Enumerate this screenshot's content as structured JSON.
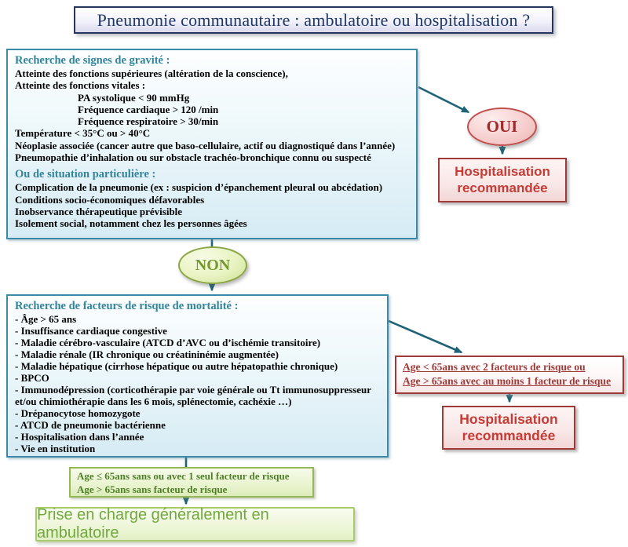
{
  "title": "Pneumonie communautaire : ambulatoire ou hospitalisation ?",
  "colors": {
    "teal_heading": "#31849B",
    "teal_border": "#3C89A8",
    "arrow": "#1F6378",
    "red_border": "#9E3B39",
    "red_text": "#C43C35",
    "green_text": "#76982F",
    "dark_green_text": "#507E28",
    "navy_title": "#1F3864"
  },
  "severity_box": {
    "heading": "Recherche de signes de gravité :",
    "line1": "Atteinte des fonctions supérieures (altération de la conscience),",
    "line2": "Atteinte des fonctions vitales :",
    "line3": "PA systolique < 90 mmHg",
    "line4": "Fréquence cardiaque > 120 /min",
    "line5": "Fréquence respiratoire > 30/min",
    "line6": "Température < 35°C ou > 40°C",
    "line7": "Néoplasie associée (cancer autre que baso-cellulaire, actif ou diagnostiqué dans l’année)",
    "line8": "Pneumopathie d’inhalation ou sur obstacle trachéo-bronchique connu ou suspecté",
    "heading2": "Ou de situation particulière :",
    "line9": "Complication de la pneumonie (ex : suspicion d’épanchement pleural ou abcédation)",
    "line10": "Conditions socio-économiques défavorables",
    "line11": "Inobservance thérapeutique prévisible",
    "line12": "Isolement social, notamment chez les personnes âgées"
  },
  "oui_label": "OUI",
  "non_label": "NON",
  "hospitalisation_box1": {
    "line1": "Hospitalisation",
    "line2": "recommandée"
  },
  "mortality_box": {
    "heading": "Recherche de facteurs de risque de mortalité :",
    "line1": "- Âge > 65 ans",
    "line2": "- Insuffisance cardiaque congestive",
    "line3": "- Maladie cérébro-vasculaire (ATCD d’AVC ou d’ischémie transitoire)",
    "line4": "- Maladie rénale (IR chronique ou créatininémie augmentée)",
    "line5": "- Maladie hépatique (cirrhose hépatique ou autre hépatopathie chronique)",
    "line6": "- BPCO",
    "line7": "- Immunodépression (corticothérapie par voie générale ou Tt immunosuppresseur",
    "line8": "et/ou chimiothérapie dans les 6 mois, splénectomie, cachéxie …)",
    "line9": "- Drépanocytose homozygote",
    "line10": "- ATCD de pneumonie bactérienne",
    "line11": "- Hospitalisation dans l’année",
    "line12": "- Vie en institution"
  },
  "risk_criteria_red": {
    "line1": "Age < 65ans avec 2 facteurs de risque ou",
    "line2": "Age > 65ans avec au moins 1 facteur de risque"
  },
  "hospitalisation_box2": {
    "line1": "Hospitalisation",
    "line2": "recommandée"
  },
  "risk_criteria_green": {
    "line1": "Age ≤ 65ans sans ou avec 1 seul facteur de risque",
    "line2": "Age > 65ans sans facteur de risque"
  },
  "ambulatory_box": {
    "label": "Prise en charge généralement en ambulatoire"
  }
}
